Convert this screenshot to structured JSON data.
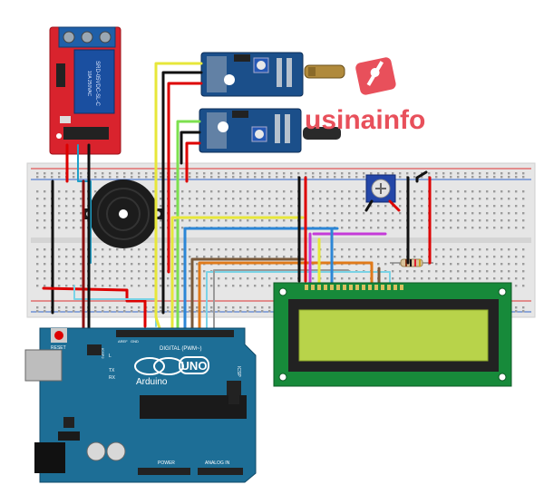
{
  "brand": {
    "name": "usinainfo",
    "color": "#e8505b"
  },
  "relay": {
    "label": "SRD-05VDC-SL-C",
    "rating": "10A 250VAC"
  },
  "arduino": {
    "logo": "UNO",
    "name": "Arduino",
    "digital_label": "DIGITAL (PWM~)",
    "power_label": "POWER",
    "analog_label": "ANALOG IN",
    "reset_label": "RESET",
    "tx": "TX",
    "rx": "RX",
    "aref": "AREF",
    "gnd": "GND",
    "icsp": "ICSP",
    "icsp2": "ICSP2",
    "l": "L"
  },
  "colors": {
    "board": "#1d6e96",
    "breadboard": "#e4e4e4",
    "relay": "#d9232d",
    "sensor": "#1b4f8a",
    "lcd_pcb": "#178a3a",
    "lcd_screen": "#b8d34a"
  },
  "icons": [
    "buzzer",
    "potentiometer",
    "tilt-sensor",
    "relay-module",
    "lcd-display"
  ]
}
